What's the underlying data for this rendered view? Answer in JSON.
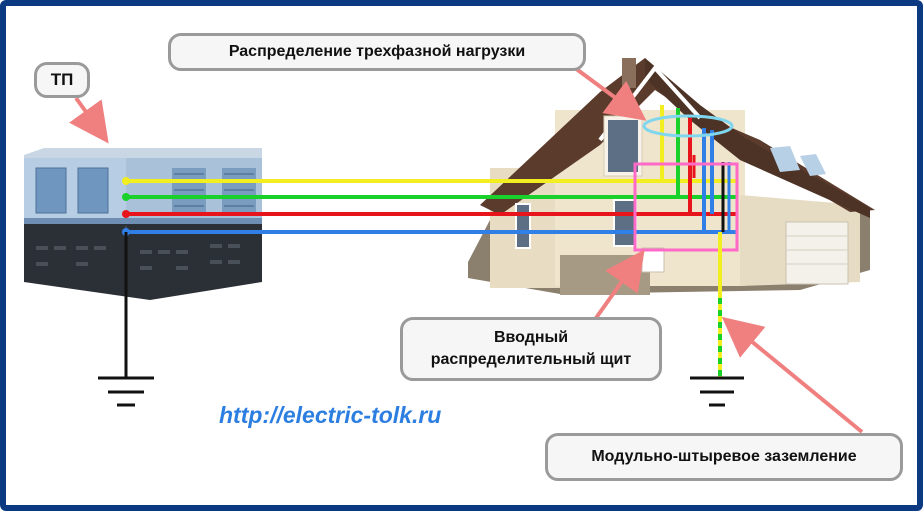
{
  "labels": {
    "tp": "ТП",
    "three_phase": "Распределение трехфазной нагрузки",
    "panel_line1": "Вводный",
    "panel_line2": "распределительный щит",
    "grounding": "Модульно-штыревое заземление"
  },
  "url": "http://electric-tolk.ru",
  "colors": {
    "frame": "#0b3a82",
    "phase_yellow": "#f2ee1f",
    "phase_green": "#19d12a",
    "phase_red": "#e8141b",
    "neutral_blue": "#2f7fe6",
    "ground_wire": "#111111",
    "arrow": "#f08080",
    "panel_box": "#ff69c8",
    "url_text": "#2c7ee0"
  },
  "icons": [
    "substation-icon",
    "house-icon",
    "ground-symbol-icon",
    "pointer-arrow-icon"
  ]
}
